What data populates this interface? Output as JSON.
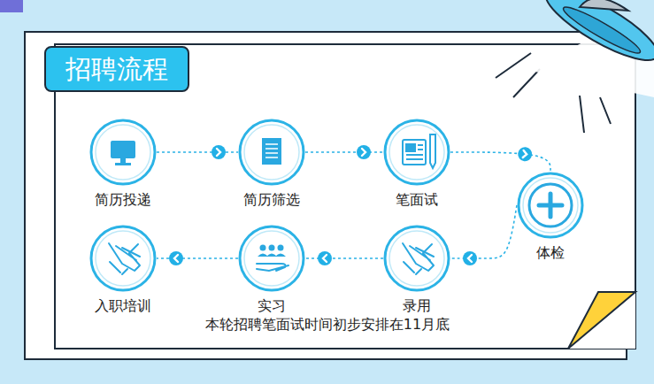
{
  "diagram": {
    "title": "招聘流程",
    "caption": "本轮招聘笔面试时间初步安排在11月底",
    "nodes": [
      {
        "text": [
          "简历投递"
        ]
      },
      {
        "text": [
          "简历筛选"
        ]
      },
      {
        "text": [
          "笔面试"
        ]
      },
      {
        "text": [
          "体检"
        ]
      },
      {
        "text": [
          "录用"
        ]
      },
      {
        "text": [
          "实习"
        ]
      },
      {
        "text": [
          "入职培训"
        ]
      }
    ],
    "edges": [
      {
        "from": 0,
        "to": 1,
        "arrow": "to"
      },
      {
        "from": 1,
        "to": 2,
        "arrow": "to"
      },
      {
        "from": 2,
        "to": 3,
        "arrow": "to"
      },
      {
        "from": 3,
        "to": 4,
        "arrow": "to"
      },
      {
        "from": 4,
        "to": 5,
        "arrow": "to"
      },
      {
        "from": 5,
        "to": 6,
        "arrow": "to"
      }
    ]
  }
}
